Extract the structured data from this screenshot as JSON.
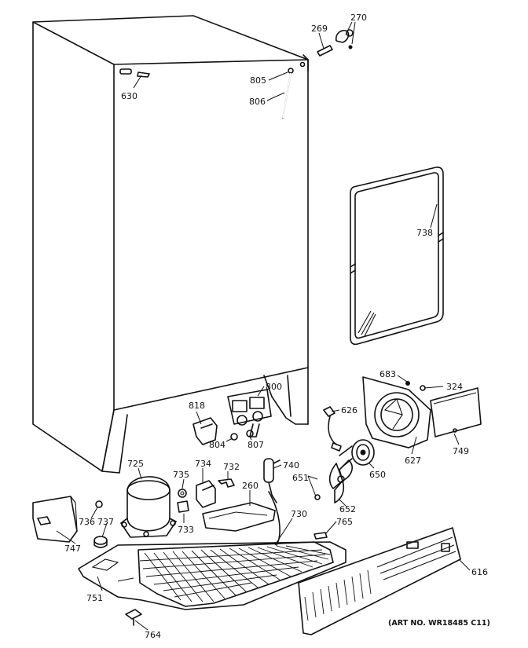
{
  "labels": {
    "l269": "269",
    "l270": "270",
    "l630": "630",
    "l805": "805",
    "l806": "806",
    "l738": "738",
    "l683": "683",
    "l324": "324",
    "l800": "800",
    "l818": "818",
    "l626": "626",
    "l804": "804",
    "l807": "807",
    "l627": "627",
    "l749": "749",
    "l725": "725",
    "l734": "734",
    "l732": "732",
    "l735": "735",
    "l740": "740",
    "l651": "651",
    "l650": "650",
    "l260": "260",
    "l652": "652",
    "l736": "736",
    "l737": "737",
    "l733": "733",
    "l730": "730",
    "l765": "765",
    "l616": "616",
    "l747": "747",
    "l751": "751",
    "l764": "764"
  },
  "art_number": "(ART NO. WR18485 C11)"
}
